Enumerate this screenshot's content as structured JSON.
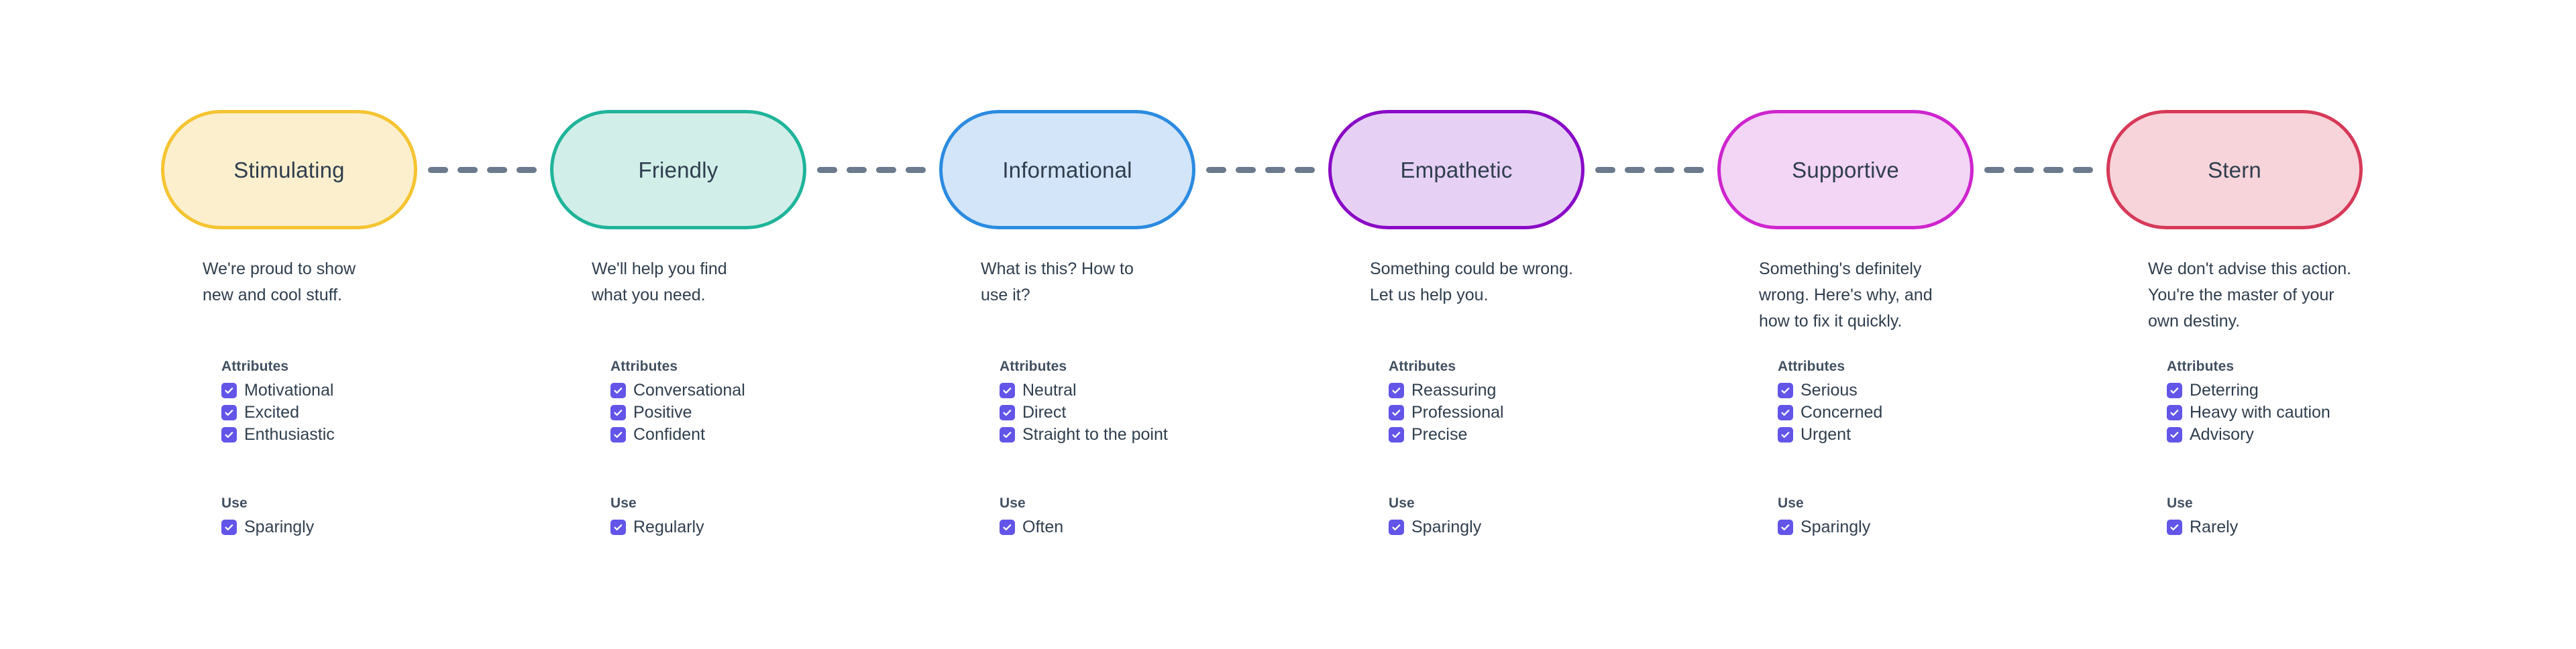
{
  "meta": {
    "accent_checkbox": "#6255E8",
    "text_color": "#2F3E4E",
    "heading_color": "#425062",
    "connector_color": "#6B7A8C",
    "background": "#FFFFFF"
  },
  "labels": {
    "attributes_heading": "Attributes",
    "use_heading": "Use"
  },
  "stages": [
    {
      "name": "Stimulating",
      "fill": "#FCEFCE",
      "stroke": "#F5C431",
      "description": "We're proud to show\nnew and cool stuff.",
      "attributes": [
        "Motivational",
        "Excited",
        "Enthusiastic"
      ],
      "use": [
        "Sparingly"
      ]
    },
    {
      "name": "Friendly",
      "fill": "#D2EEE8",
      "stroke": "#1FB49A",
      "description": "We'll help you find\nwhat you need.",
      "attributes": [
        "Conversational",
        "Positive",
        "Confident"
      ],
      "use": [
        "Regularly"
      ]
    },
    {
      "name": "Informational",
      "fill": "#D3E5F8",
      "stroke": "#2B8BE0",
      "description": "What is this? How to\nuse it?",
      "attributes": [
        "Neutral",
        "Direct",
        "Straight to the point"
      ],
      "use": [
        "Often"
      ]
    },
    {
      "name": "Empathetic",
      "fill": "#E6D1F5",
      "stroke": "#8A09C6",
      "description": "Something could be wrong.\nLet us help you.",
      "attributes": [
        "Reassuring",
        "Professional",
        "Precise"
      ],
      "use": [
        "Sparingly"
      ]
    },
    {
      "name": "Supportive",
      "fill": "#F3D5F6",
      "stroke": "#CE25CE",
      "description": "Something's definitely\nwrong. Here's why, and\nhow to fix it quickly.",
      "attributes": [
        "Serious",
        "Concerned",
        "Urgent"
      ],
      "use": [
        "Sparingly"
      ]
    },
    {
      "name": "Stern",
      "fill": "#F7D4DA",
      "stroke": "#D63A58",
      "description": "We don't advise this action.\nYou're the master of your\nown destiny.",
      "attributes": [
        "Deterring",
        "Heavy with caution",
        "Advisory"
      ],
      "use": [
        "Rarely"
      ]
    }
  ],
  "connectors": {
    "count": 5,
    "dashes_per_connector": 4,
    "icon": "dashed-line-icon"
  }
}
